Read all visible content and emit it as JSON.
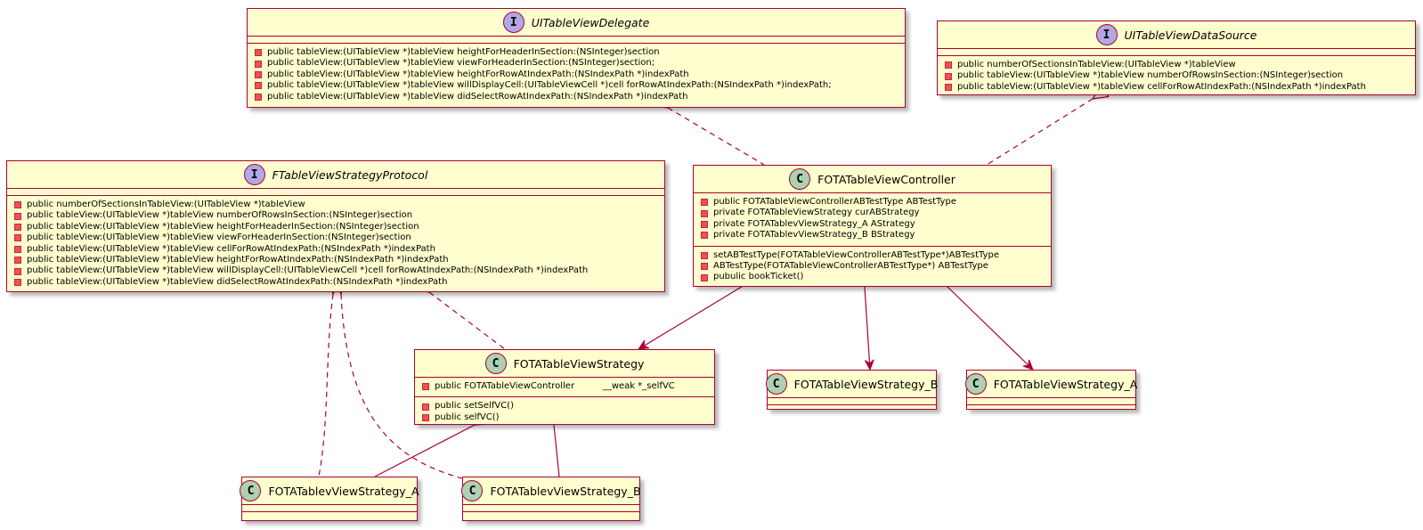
{
  "colors": {
    "fill": "#FEFECE",
    "border": "#A80036",
    "interface_badge": "#B4A7E5",
    "class_badge": "#ADD1B2",
    "private_marker": "#F24D5C"
  },
  "icons": {
    "interface": "interface-badge-icon",
    "class": "class-badge-icon",
    "member": "private-member-icon"
  },
  "boxes": {
    "delegate": {
      "badge": "I",
      "name": "UITableViewDelegate",
      "methods": [
        "public tableView:(UITableView *)tableView heightForHeaderInSection:(NSInteger)section",
        "public tableView:(UITableView *)tableView viewForHeaderInSection:(NSInteger)section;",
        "public tableView:(UITableView *)tableView heightForRowAtIndexPath:(NSIndexPath *)indexPath",
        "public tableView:(UITableView *)tableView willDisplayCell:(UITableViewCell *)cell forRowAtIndexPath:(NSIndexPath *)indexPath;",
        "public tableView:(UITableView *)tableView didSelectRowAtIndexPath:(NSIndexPath *)indexPath"
      ]
    },
    "datasource": {
      "badge": "I",
      "name": "UITableViewDataSource",
      "methods": [
        "public numberOfSectionsInTableView:(UITableView *)tableView",
        "public tableView:(UITableView *)tableView numberOfRowsInSection:(NSInteger)section",
        "public tableView:(UITableView *)tableView cellForRowAtIndexPath:(NSIndexPath *)indexPath"
      ]
    },
    "protocol": {
      "badge": "I",
      "name": "FTableViewStrategyProtocol",
      "methods": [
        "public numberOfSectionsInTableView:(UITableView *)tableView",
        "public tableView:(UITableView *)tableView numberOfRowsInSection:(NSInteger)section",
        "public tableView:(UITableView *)tableView heightForHeaderInSection:(NSInteger)section",
        "public tableView:(UITableView *)tableView viewForHeaderInSection:(NSInteger)section",
        "public tableView:(UITableView *)tableView cellForRowAtIndexPath:(NSIndexPath *)indexPath",
        "public tableView:(UITableView *)tableView heightForRowAtIndexPath:(NSIndexPath *)indexPath",
        "public tableView:(UITableView *)tableView willDisplayCell:(UITableViewCell *)cell forRowAtIndexPath:(NSIndexPath *)indexPath",
        "public tableView:(UITableView *)tableView didSelectRowAtIndexPath:(NSIndexPath *)indexPath"
      ]
    },
    "controller": {
      "badge": "C",
      "name": "FOTATableViewController",
      "fields": [
        "public FOTATableViewControllerABTestType ABTestType",
        "private FOTATableViewStrategy curABStrategy",
        "private FOTATablevViewStrategy_A AStrategy",
        "private FOTATablevViewStrategy_B BStrategy"
      ],
      "methods": [
        "setABTestType(FOTATableViewControllerABTestType*)ABTestType",
        "ABTestType(FOTATableViewControllerABTestType*) ABTestType",
        "pubulic bookTicket()"
      ]
    },
    "strategy": {
      "badge": "C",
      "name": "FOTATableViewStrategy",
      "fields": [
        "public FOTATableViewController          __weak *_selfVC"
      ],
      "methods": [
        "public setSelfVC()",
        "public selfVC()"
      ]
    },
    "strategy_b_right": {
      "badge": "C",
      "name": "FOTATableViewStrategy_B"
    },
    "strategy_a_right": {
      "badge": "C",
      "name": "FOTATableViewStrategy_A"
    },
    "tv_strategy_a": {
      "badge": "C",
      "name": "FOTATablevViewStrategy_A"
    },
    "tv_strategy_b": {
      "badge": "C",
      "name": "FOTATablevViewStrategy_B"
    }
  }
}
